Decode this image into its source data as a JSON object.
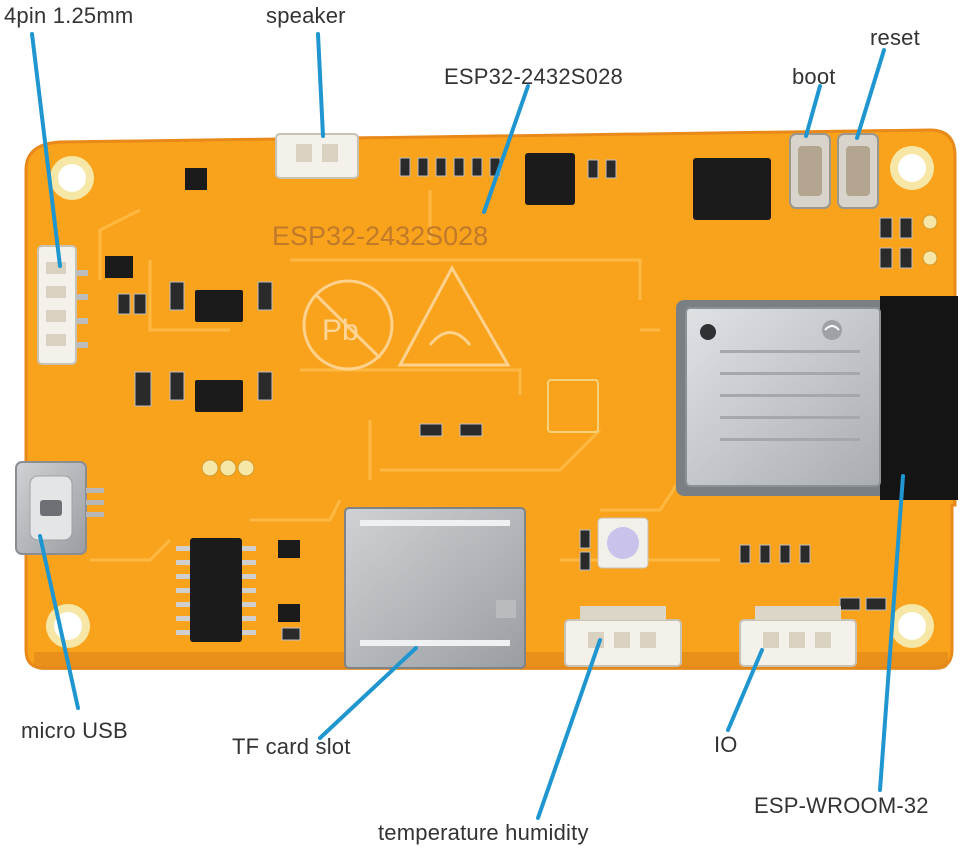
{
  "colors": {
    "board": "#f8a31b",
    "board_edge": "#e8891a",
    "trace": "#ffb43a",
    "callout_line": "#1f96cf",
    "label_text": "#333333",
    "silkscreen": "#c0792a",
    "module_shield": "#c9cdd1",
    "connector": "#f4f1ea"
  },
  "labels": {
    "pin4": "4pin 1.25mm",
    "speaker": "speaker",
    "board_model": "ESP32-2432S028",
    "boot": "boot",
    "reset": "reset",
    "micro_usb": "micro USB",
    "tf_card": "TF card slot",
    "io": "IO",
    "esp_module": "ESP-WROOM-32",
    "temp_humidity": "temperature humidity"
  },
  "board": {
    "silkscreen_text": "ESP32-2432S028",
    "pb_mark": "Pb"
  },
  "icons": {
    "lead_free": "lead-free-icon",
    "esd_warning": "esd-warning-icon",
    "wifi_logo": "wifi-logo-icon"
  }
}
